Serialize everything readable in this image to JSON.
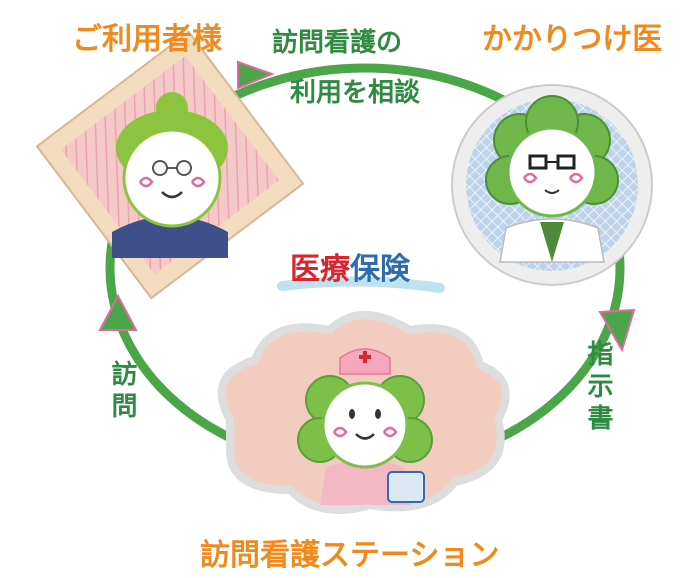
{
  "nodes": {
    "user": {
      "label": "ご利用者様"
    },
    "doctor": {
      "label": "かかりつけ医"
    },
    "station": {
      "label": "訪問看護ステーション"
    }
  },
  "edges": {
    "user_to_doctor": {
      "line1": "訪問看護の",
      "line2": "利用を相談"
    },
    "doctor_to_station": {
      "label": "指示書"
    },
    "station_to_user": {
      "label": "訪問"
    }
  },
  "center": {
    "part1": "医療",
    "part2": "保険"
  },
  "colors": {
    "orange": "#ef8a1f",
    "cycle_green": "#4aa648",
    "text_green": "#2f8a43",
    "accent_pink": "#e06aa0",
    "red": "#d8262f",
    "blue": "#2e6bb0"
  }
}
